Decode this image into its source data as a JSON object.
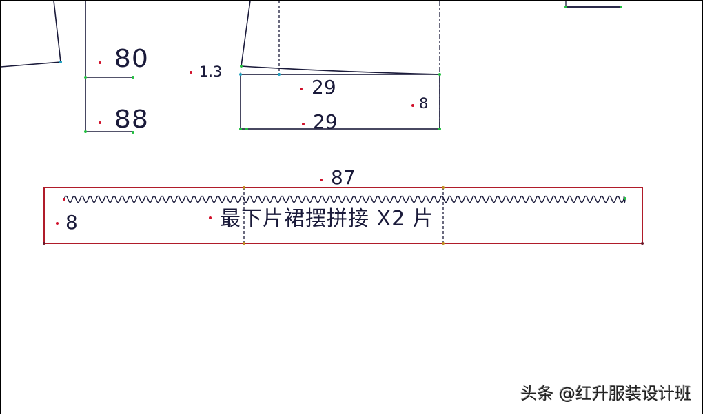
{
  "drawing": {
    "colors": {
      "line": "#1a1a3a",
      "piece_outline": "#b01c2a",
      "point_green": "#22c040",
      "point_cyan": "#20a0c0",
      "dimension_dot": "#d0102a"
    },
    "labels": {
      "dim_80": "80",
      "dim_88": "88",
      "dim_1_3": "1.3",
      "dim_29_top": "29",
      "dim_29_bottom": "29",
      "dim_8_right": "8",
      "dim_87": "87",
      "dim_8_strip": "8",
      "strip_title": "最下片裙摆拼接 X2 片"
    },
    "strip_piece": {
      "name": "最下片裙摆拼接",
      "quantity": "X2 片",
      "length": "87",
      "width": "8",
      "edge": "gathered-wave"
    }
  },
  "watermark": {
    "text": "头条 @红升服装设计班"
  }
}
